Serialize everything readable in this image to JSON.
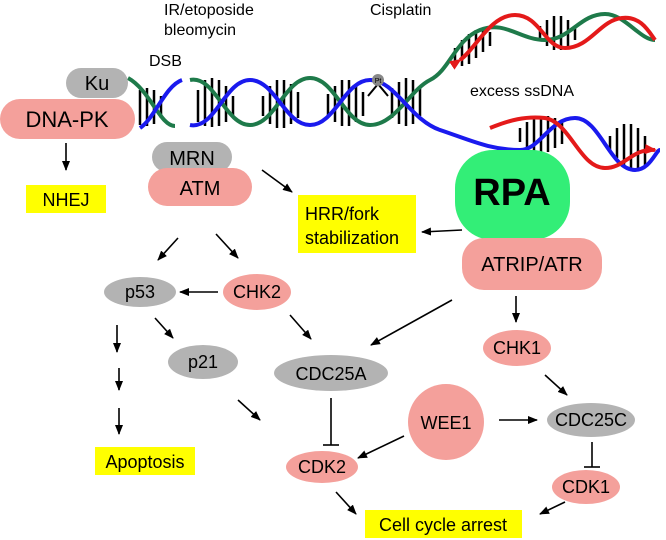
{
  "labels": {
    "ir": "IR/etoposide",
    "bleomycin": "bleomycin",
    "cisplatin": "Cisplatin",
    "dsb": "DSB",
    "pt": "Pt",
    "excess_ssdna": "excess ssDNA"
  },
  "nodes": {
    "ku": "Ku",
    "dnapk": "DNA-PK",
    "nhej": "NHEJ",
    "mrn": "MRN",
    "atm": "ATM",
    "hrr_line1": "HRR/fork",
    "hrr_line2": "stabilization",
    "rpa": "RPA",
    "atrip": "ATRIP/ATR",
    "p53": "p53",
    "chk2": "CHK2",
    "p21": "p21",
    "cdc25a": "CDC25A",
    "chk1": "CHK1",
    "wee1": "WEE1",
    "cdc25c": "CDC25C",
    "cdk2": "CDK2",
    "cdk1": "CDK1",
    "apoptosis": "Apoptosis",
    "cell_cycle_arrest": "Cell cycle arrest"
  },
  "colors": {
    "salmon": "#f4a09b",
    "gray": "#b3b3b3",
    "yellow": "#ffff00",
    "rpa_green": "#33ee77",
    "strand_green": "#1e7a4a",
    "strand_blue": "#1a1aee",
    "strand_red": "#e41a1a"
  }
}
